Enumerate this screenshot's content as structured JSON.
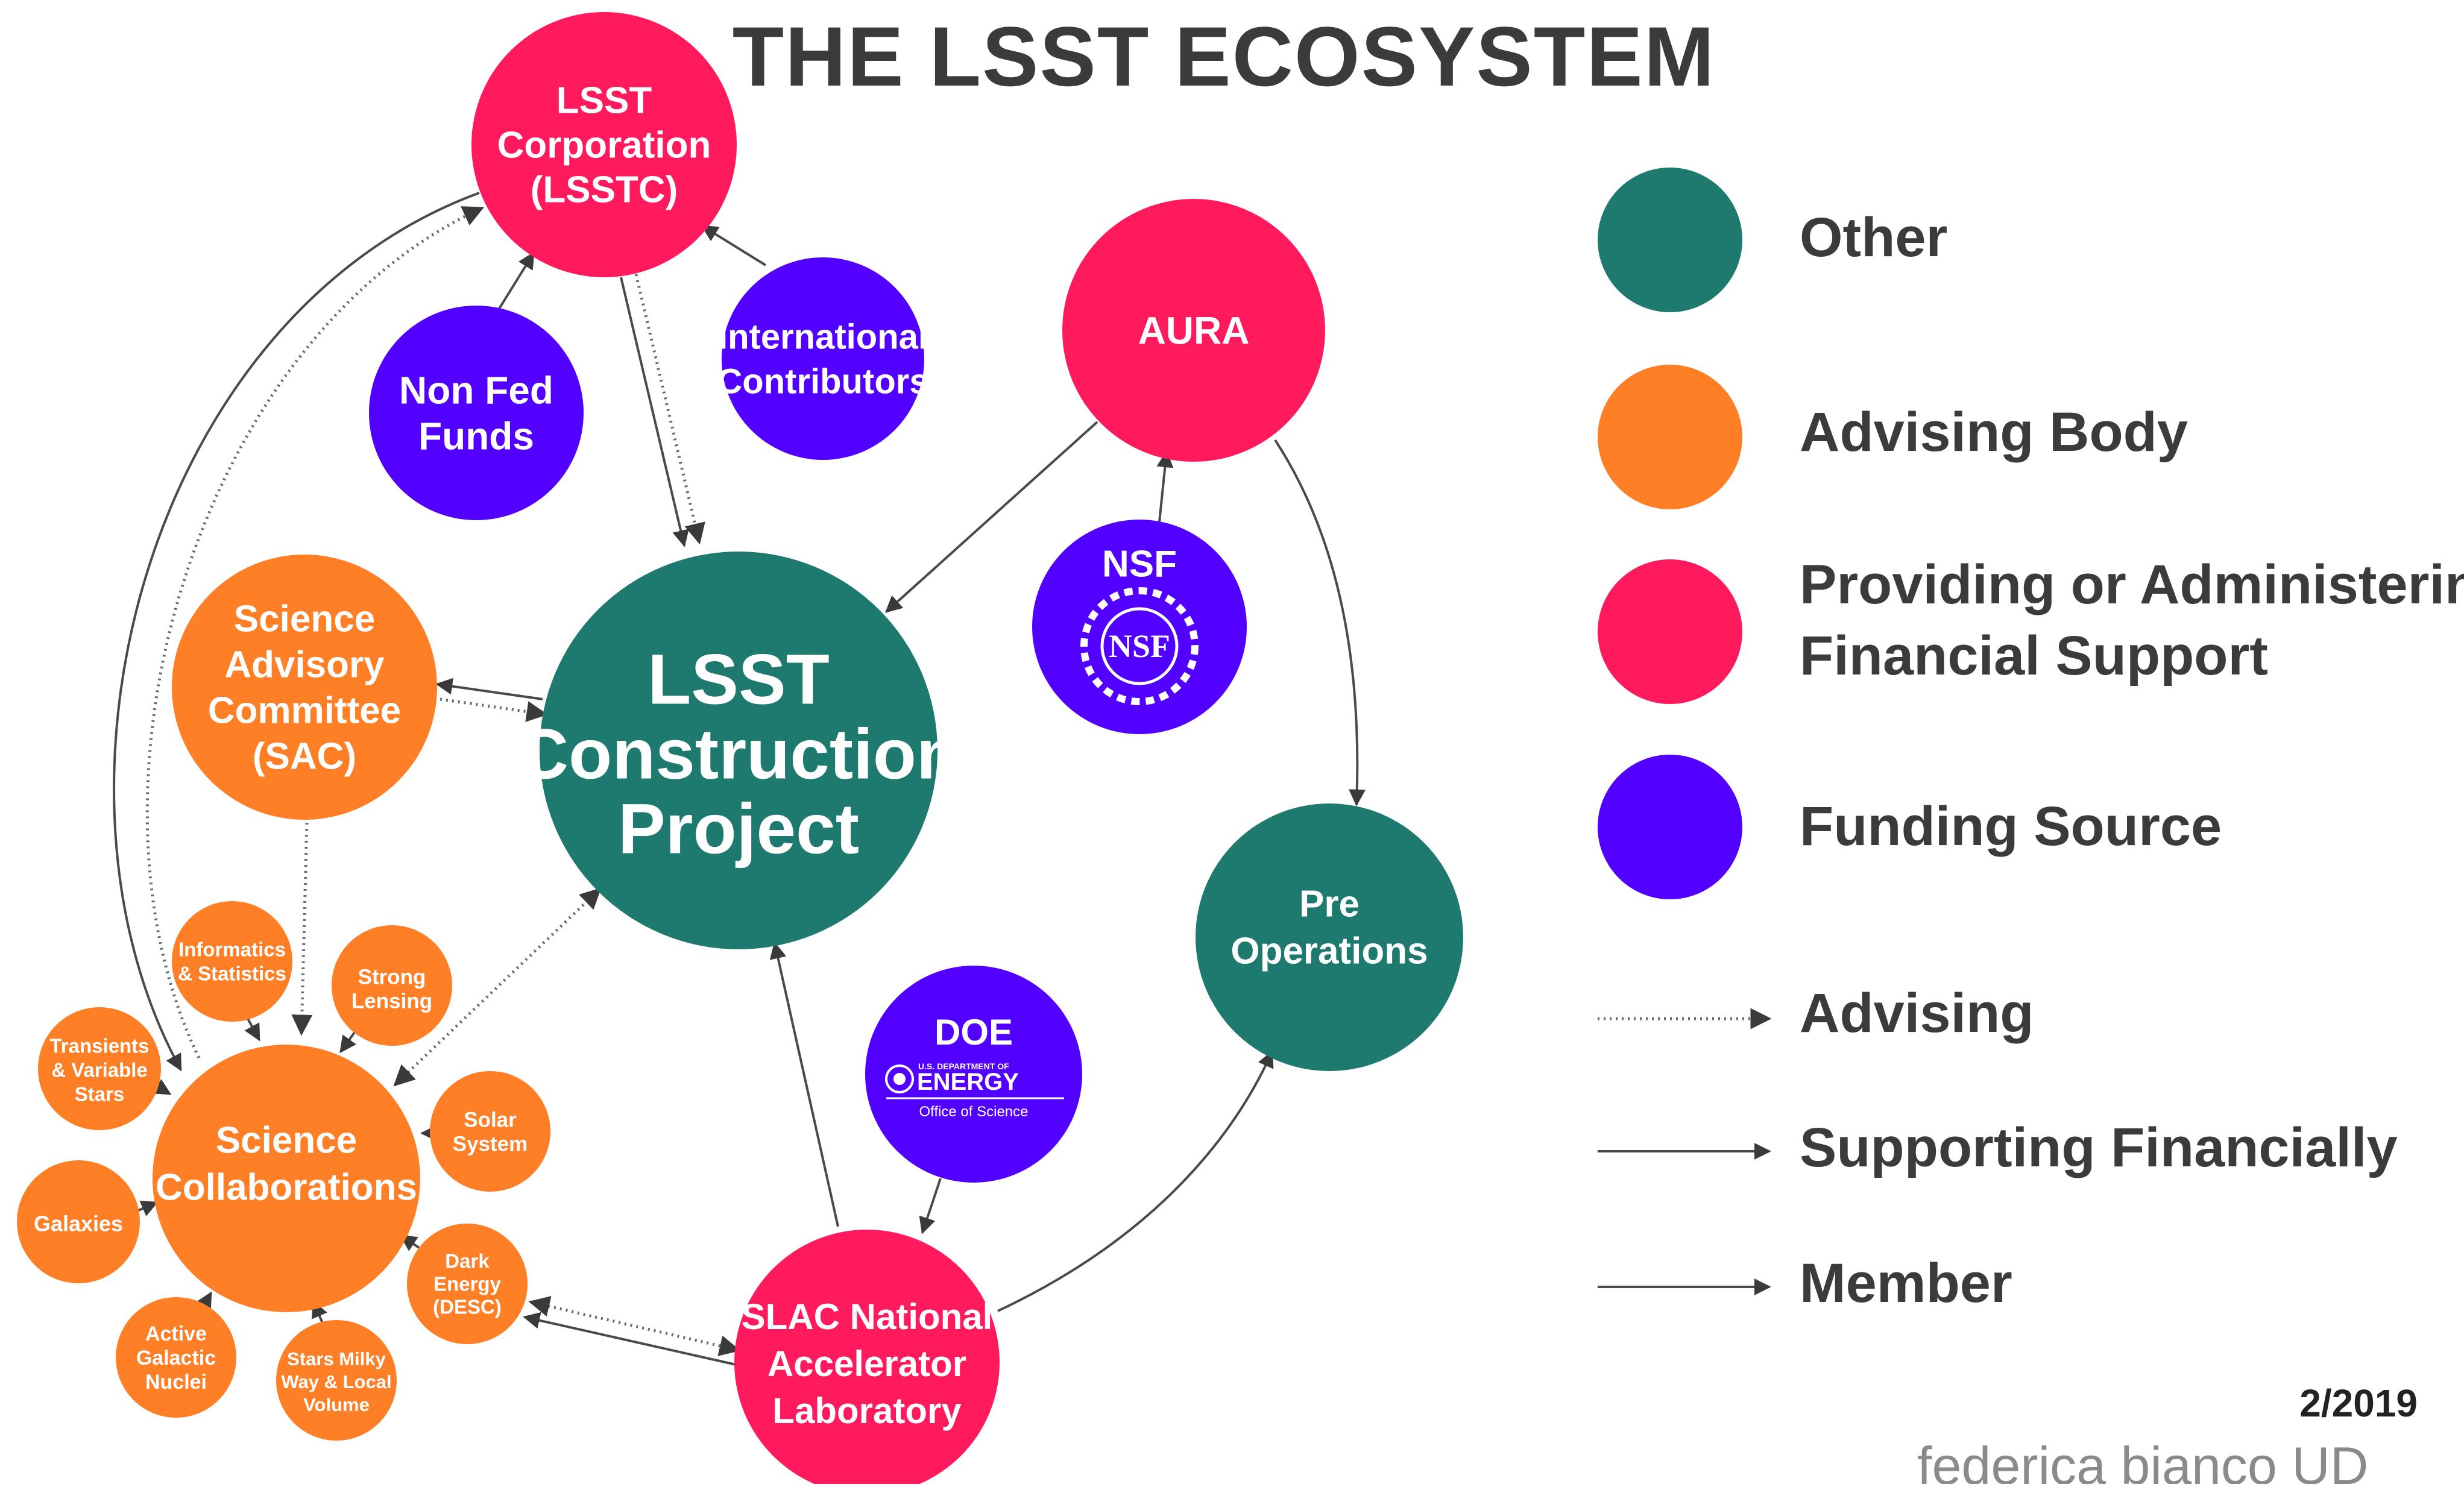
{
  "title": "THE LSST ECOSYSTEM",
  "colors": {
    "other": "#1e7a6e",
    "advising_body": "#ff7f27",
    "financial": "#ff1a5e",
    "funding": "#5200ff"
  },
  "nodes": {
    "lsstc": "LSST\nCorporation\n(LSSTC)",
    "international": "International\nContributors",
    "nonfed": "Non Fed\nFunds",
    "aura": "AURA",
    "nsf": "NSF",
    "nsf_logo": "NSF",
    "construction": "LSST\nConstruction\nProject",
    "sac": "Science\nAdvisory\nCommittee\n(SAC)",
    "preops": "Pre\nOperations",
    "doe": "DOE",
    "doe_logo_small": "U.S. DEPARTMENT OF",
    "doe_logo_energy": "ENERGY",
    "doe_logo_office": "Office of Science",
    "slac": "SLAC National\nAccelerator\nLaboratory",
    "science_collab": "Science\nCollaborations",
    "informatics": "Informatics\n& Statistics",
    "strong_lensing": "Strong\nLensing",
    "transients": "Transients\n& Variable\nStars",
    "solar": "Solar\nSystem",
    "galaxies": "Galaxies",
    "dark_energy": "Dark\nEnergy\n(DESC)",
    "agn": "Active\nGalactic\nNuclei",
    "milky_way": "Stars Milky\nWay & Local\nVolume"
  },
  "legend": {
    "other": "Other",
    "advising_body": "Advising Body",
    "financial": "Providing or Administering\nFinancial Support",
    "funding": "Funding Source",
    "advising": "Advising",
    "supporting": "Supporting Financially",
    "member": "Member"
  },
  "date": "2/2019",
  "credit": "federica bianco UD"
}
